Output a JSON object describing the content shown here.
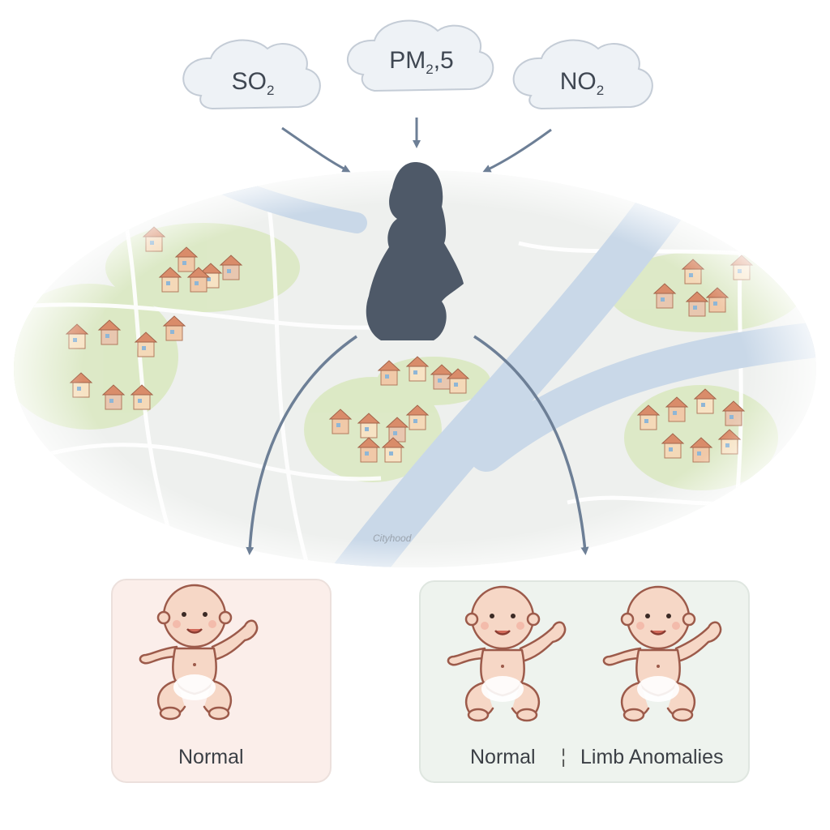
{
  "pollutants": [
    {
      "main": "SO",
      "sub": "2"
    },
    {
      "main": "PM",
      "sub": "2",
      "tail": ",5"
    },
    {
      "main": "NO",
      "sub": "2"
    }
  ],
  "outcomes": {
    "left": {
      "label": "Normal"
    },
    "right": {
      "label_a": "Normal",
      "separator": "¦",
      "label_b": "Limb Anomalies"
    }
  },
  "map_caption": "Cityhood",
  "colors": {
    "cloud_fill": "#eef2f6",
    "cloud_stroke": "#c4ccd6",
    "arrow": "#6d7f96",
    "silhouette": "#4e5968",
    "river": "#c9d8e8",
    "park": "#d9e8bf",
    "map_land": "#eef0ee",
    "left_panel": "#fbeeea",
    "right_panel": "#eef3ee",
    "baby_skin": "#f6d7c6",
    "baby_line": "#9c5a4a"
  }
}
